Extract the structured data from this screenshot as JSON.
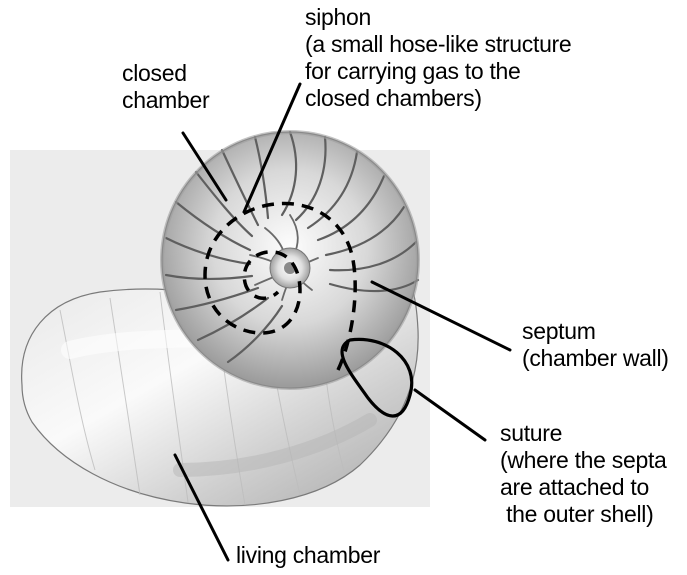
{
  "labels": {
    "closed_chamber": "closed\nchamber",
    "siphon": "siphon\n(a small hose-like structure\nfor carrying gas to the\nclosed chambers)",
    "septum": "septum\n(chamber wall)",
    "suture": "suture\n(where the septa\nare attached to\n the outer shell)",
    "living_chamber": "living chamber"
  },
  "colors": {
    "background_panel": "#ececec",
    "shell_light": "#f7f7f7",
    "shell_mid": "#c9c9c9",
    "shell_dark": "#8a8a8a",
    "line": "#000000"
  }
}
